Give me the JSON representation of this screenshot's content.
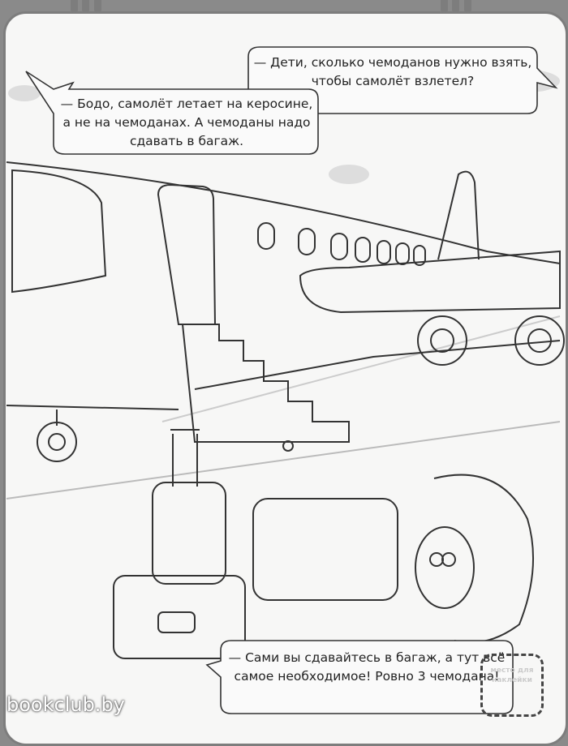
{
  "speech_bubbles": {
    "teacher": "— Дети, сколько чемоданов нужно взять, чтобы самолёт взлетел?",
    "child": "— Бодо, самолёт летает на керосине, а не на чемоданах. А чемоданы надо сдавать в багаж.",
    "bodo": "— Сами вы сдавайтесь в багаж, а тут всё самое необходимое! Ровно 3 чемодана!"
  },
  "sticker_placeholder": "место для наклейки",
  "watermark": "bookclub.by"
}
